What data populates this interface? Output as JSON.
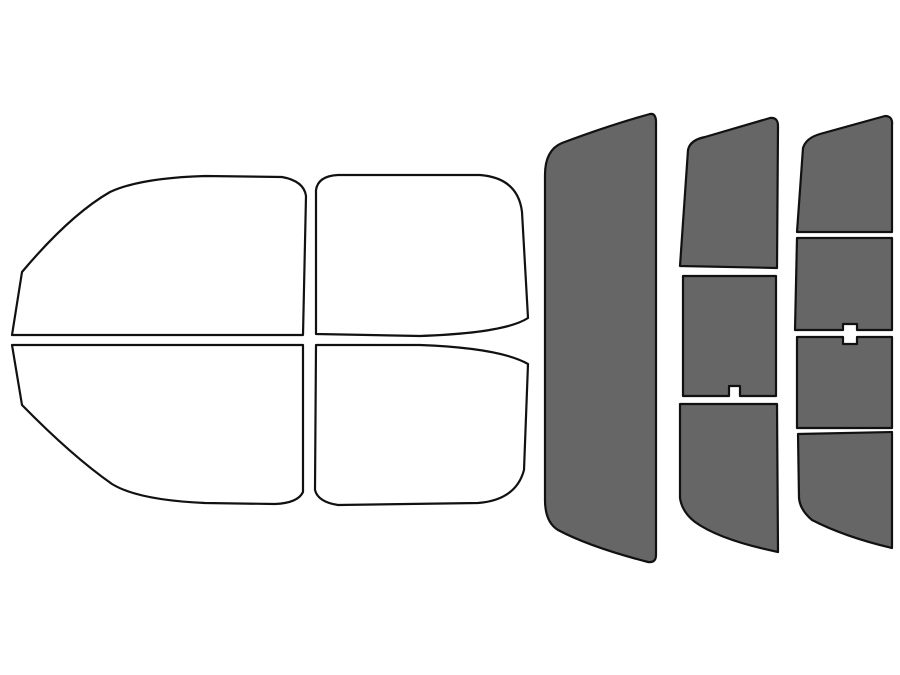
{
  "colors": {
    "background": "#ffffff",
    "outline": "#111111",
    "untinted": "#ffffff",
    "tinted": "#666666"
  },
  "panes": [
    {
      "id": "front-left-top",
      "tinted": false
    },
    {
      "id": "front-left-bottom",
      "tinted": false
    },
    {
      "id": "rear-left-top",
      "tinted": false
    },
    {
      "id": "rear-left-bottom",
      "tinted": false
    },
    {
      "id": "rear-windshield",
      "tinted": true
    },
    {
      "id": "left-strip-1",
      "tinted": true
    },
    {
      "id": "left-strip-2",
      "tinted": true
    },
    {
      "id": "left-strip-3",
      "tinted": true
    },
    {
      "id": "right-strip-1",
      "tinted": true
    },
    {
      "id": "right-strip-2",
      "tinted": true
    },
    {
      "id": "right-strip-3",
      "tinted": true
    },
    {
      "id": "right-strip-4",
      "tinted": true
    }
  ]
}
